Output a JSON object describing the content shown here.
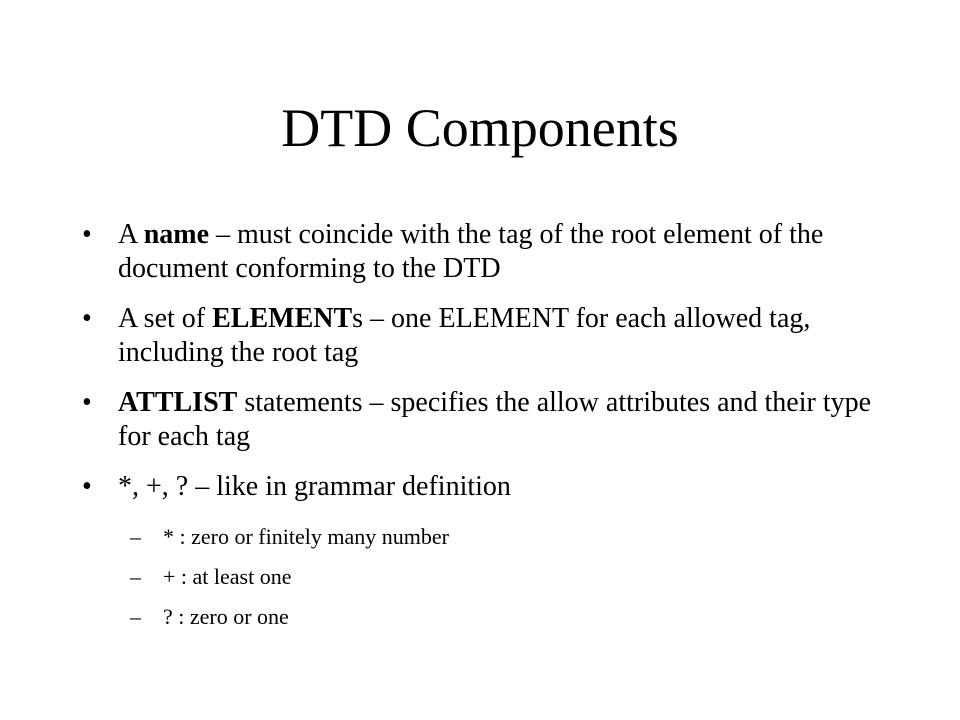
{
  "slide": {
    "title": "DTD Components",
    "bullet_glyph": "•",
    "dash_glyph": "–",
    "bullets": [
      {
        "pre": "A ",
        "bold": "name",
        "post": " – must coincide with the tag of the root element of the document conforming to the DTD"
      },
      {
        "pre": "A set of ",
        "bold": "ELEMENT",
        "post": "s – one ELEMENT for each allowed tag, including the root tag"
      },
      {
        "pre": "",
        "bold": "ATTLIST",
        "post": " statements – specifies the allow attributes and their type for each tag"
      },
      {
        "pre": "*, +, ? – like in grammar definition",
        "bold": "",
        "post": ""
      }
    ],
    "subitems": [
      "* :  zero or finitely many number",
      "+ : at least one",
      "? : zero or one"
    ]
  }
}
